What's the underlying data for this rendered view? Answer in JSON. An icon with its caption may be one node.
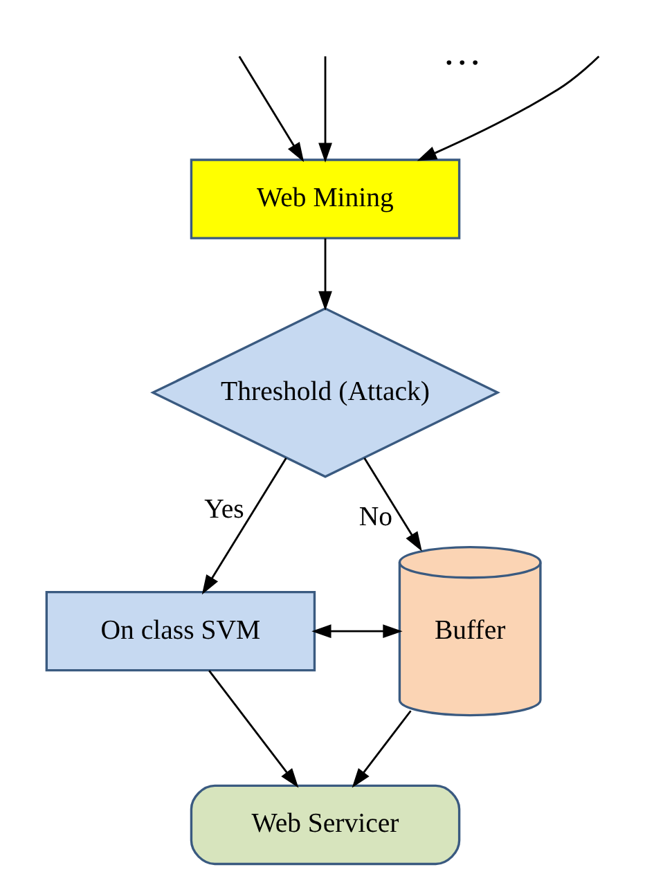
{
  "diagram": {
    "nodes": [
      {
        "text": [
          "Web Mining"
        ]
      },
      {
        "text": [
          "Threshold (Attack)"
        ]
      },
      {
        "text": [
          "On class SVM"
        ]
      },
      {
        "text": [
          "Buffer"
        ]
      },
      {
        "text": [
          "Web Servicer"
        ]
      }
    ],
    "edges": [
      {
        "from": null,
        "to": 0,
        "arrow": "to"
      },
      {
        "from": null,
        "to": 0,
        "arrow": "to"
      },
      {
        "from": null,
        "to": 0,
        "arrow": "to"
      },
      {
        "from": 0,
        "to": 1,
        "arrow": "to"
      },
      {
        "from": 1,
        "to": 3,
        "arrow": "to",
        "label": "No"
      },
      {
        "from": 1,
        "to": 2,
        "arrow": "to",
        "label": "Yes"
      },
      {
        "from": 2,
        "to": 3,
        "arrow": "both"
      },
      {
        "from": 2,
        "to": 4,
        "arrow": "to"
      },
      {
        "from": 3,
        "to": 4,
        "arrow": "to"
      }
    ],
    "labels": [
      "…"
    ]
  }
}
